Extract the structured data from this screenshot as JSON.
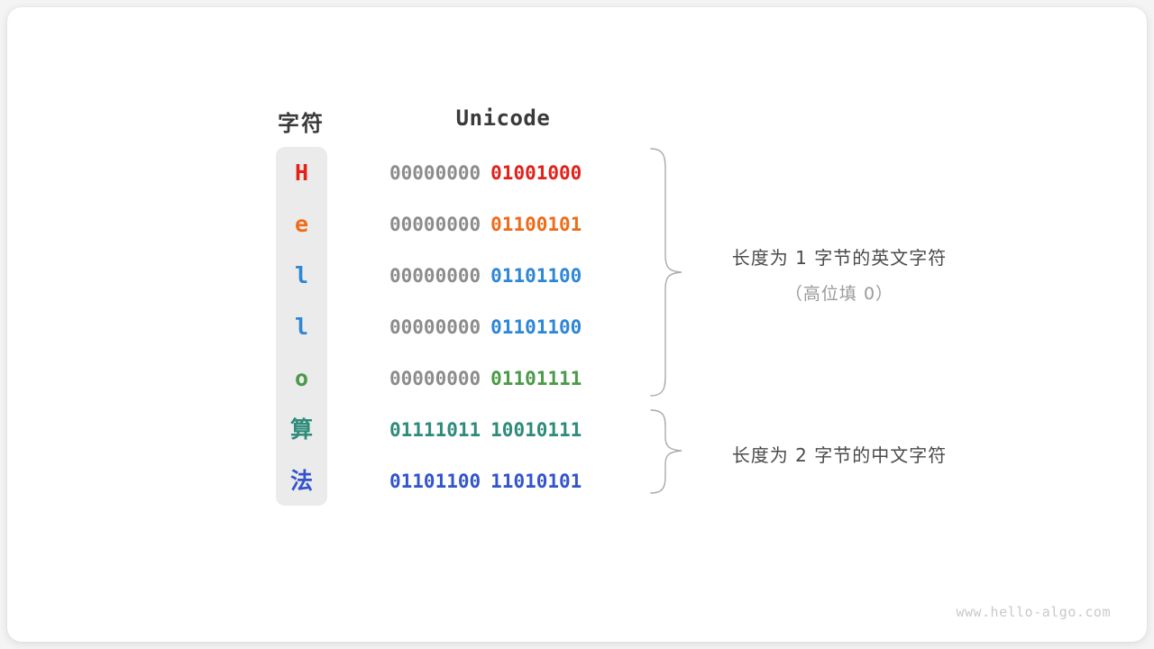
{
  "figure": {
    "watermark": "www.hello-algo.com",
    "headers": {
      "character": "字符",
      "unicode": "Unicode"
    },
    "rows": [
      {
        "char": "H",
        "char_color": "#e32119",
        "high_byte": "00000000",
        "low_byte": "01001000",
        "low_color": "#e32119",
        "is_cjk": false
      },
      {
        "char": "e",
        "char_color": "#ee6c19",
        "high_byte": "00000000",
        "low_byte": "01100101",
        "low_color": "#ee6c19",
        "is_cjk": false
      },
      {
        "char": "l",
        "char_color": "#2e86d6",
        "high_byte": "00000000",
        "low_byte": "01101100",
        "low_color": "#2e86d6",
        "is_cjk": false
      },
      {
        "char": "l",
        "char_color": "#2e86d6",
        "high_byte": "00000000",
        "low_byte": "01101100",
        "low_color": "#2e86d6",
        "is_cjk": false
      },
      {
        "char": "o",
        "char_color": "#4a9a48",
        "high_byte": "00000000",
        "low_byte": "01101111",
        "low_color": "#4a9a48",
        "is_cjk": false
      },
      {
        "char": "算",
        "char_color": "#2e8b7a",
        "high_byte": "01111011",
        "low_byte": "10010111",
        "low_color": "#2e8b7a",
        "high_color": "#2e8b7a",
        "is_cjk": true
      },
      {
        "char": "法",
        "char_color": "#3355cc",
        "high_byte": "01101100",
        "low_byte": "11010101",
        "low_color": "#3355cc",
        "high_color": "#3355cc",
        "is_cjk": true
      }
    ],
    "annotations": [
      {
        "line1": "长度为 1 字节的英文字符",
        "line2": "（高位填 0）"
      },
      {
        "line1": "长度为 2 字节的中文字符",
        "line2": ""
      }
    ],
    "colors": {
      "background": "#f4f4f4",
      "card": "#ffffff",
      "pill": "#ebebeb",
      "padding_byte": "#8c8c8c",
      "brace": "#aaaaaa",
      "header_text": "#3a3a3a"
    }
  }
}
